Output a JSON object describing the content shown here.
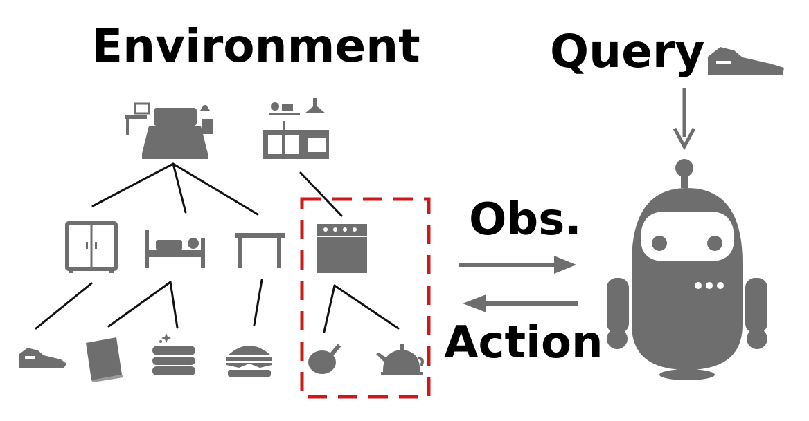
{
  "labels": {
    "environment": "Environment",
    "query": "Query",
    "observation": "Obs.",
    "action": "Action"
  },
  "icons": [
    "bedroom-icon",
    "kitchen-icon",
    "wardrobe-icon",
    "bed-icon",
    "table-icon",
    "stove-icon",
    "shoe-icon",
    "book-icon",
    "towel-icon",
    "burger-icon",
    "frying-pan-icon",
    "kettle-icon",
    "query-shoe-icon",
    "robot-icon"
  ],
  "colors": {
    "icon": "#6e6e6e",
    "text": "#000000",
    "highlight": "#cc1a1a"
  }
}
